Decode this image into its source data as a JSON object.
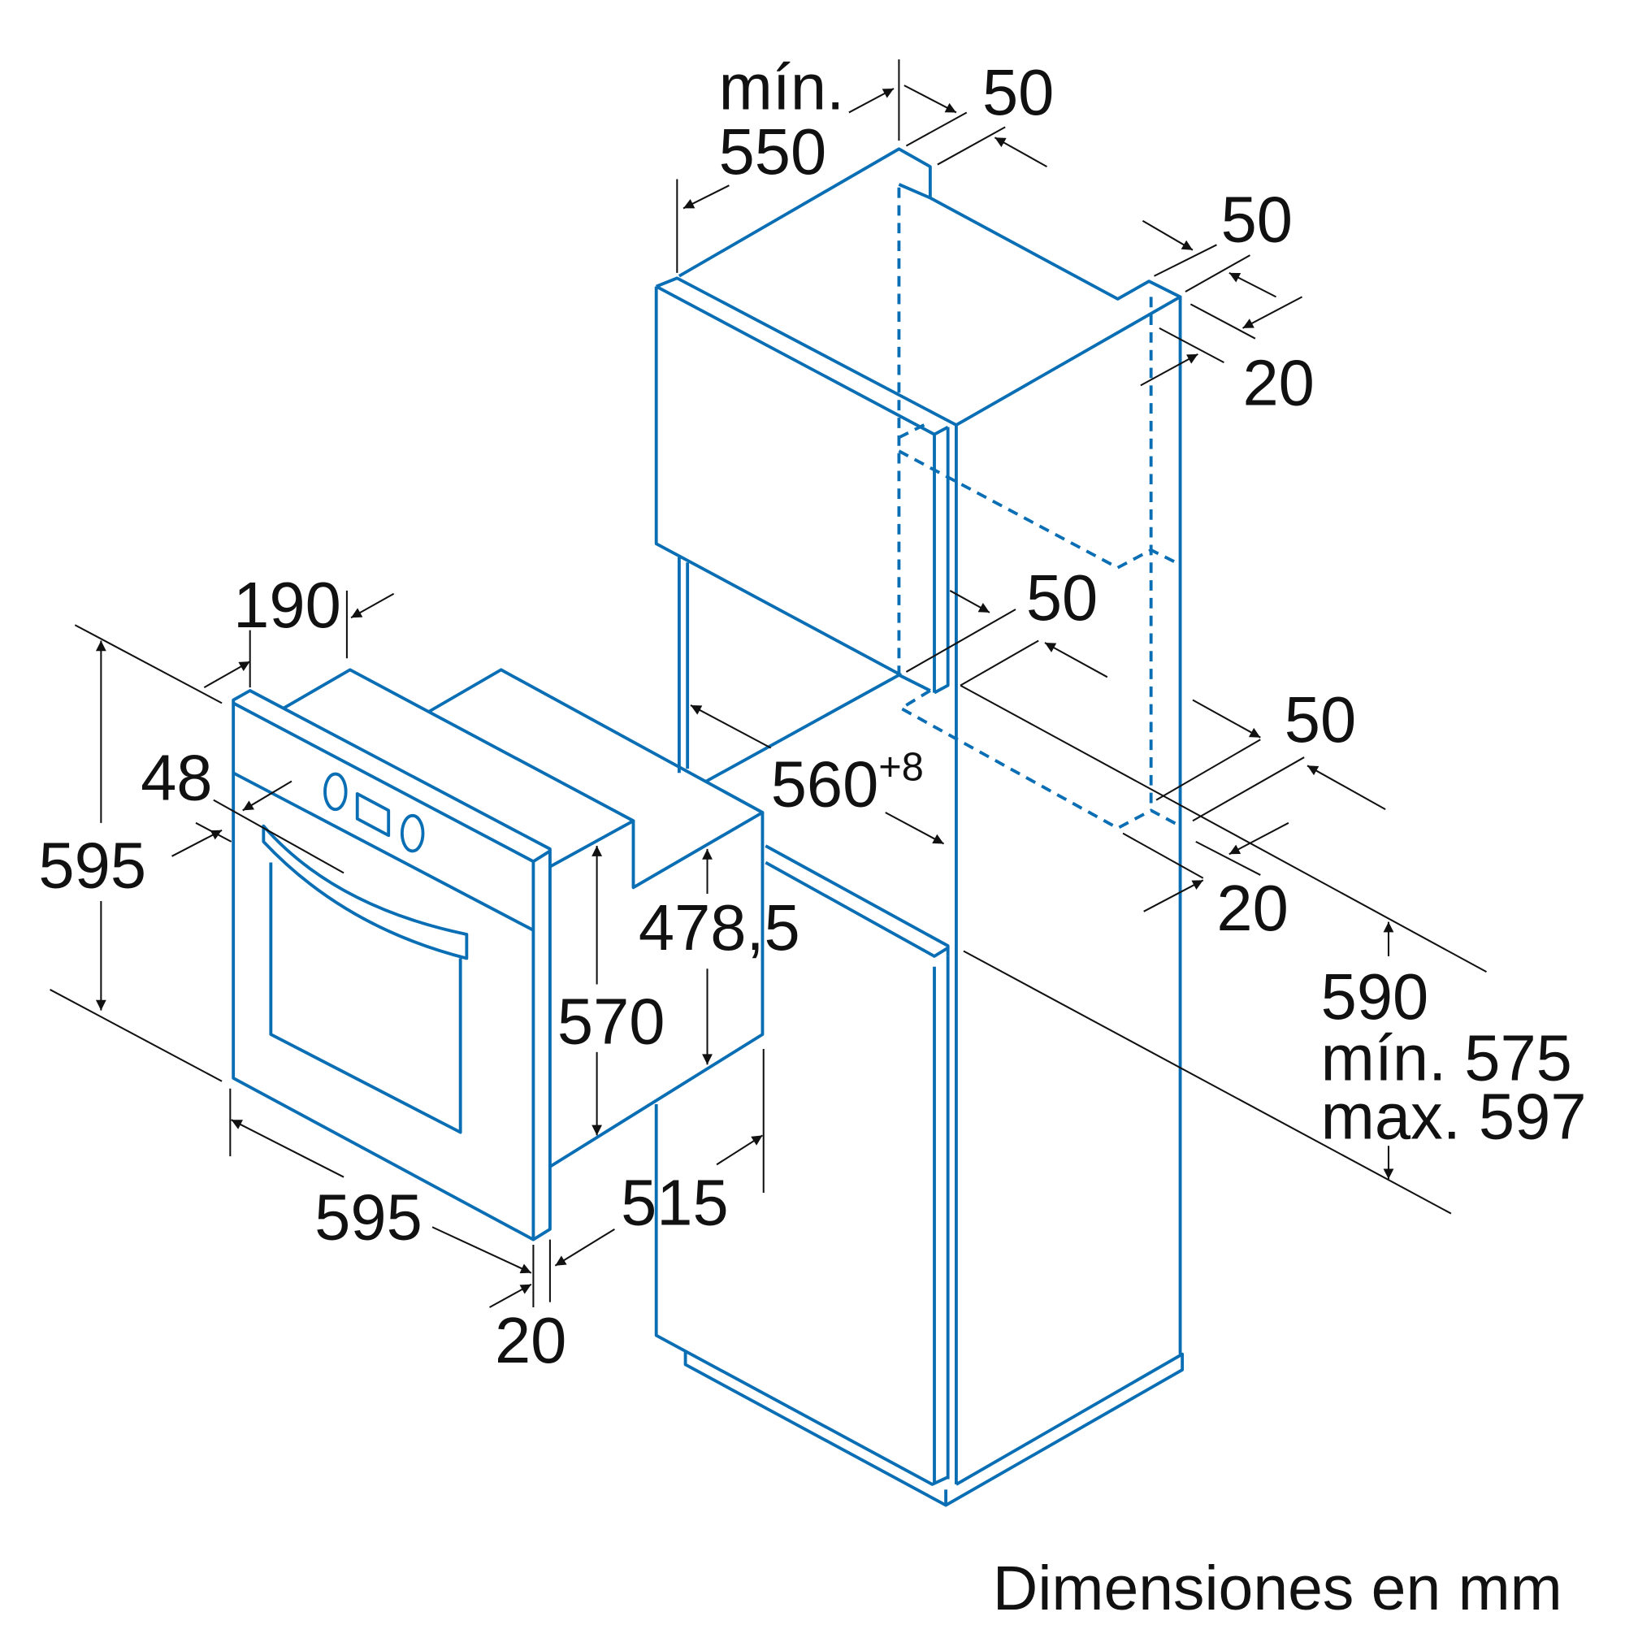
{
  "colors": {
    "outline": "#0a6eb4",
    "dimension": "#111111"
  },
  "dimensions": {
    "cabinet_depth_min_label": "mín.",
    "cabinet_depth_min_value": "550",
    "top_vent_depth": "50",
    "top_right_vent": "50",
    "top_right_offset": "20",
    "oven_top_depth": "190",
    "oven_panel_offset": "48",
    "oven_height": "595",
    "middle_vent": "50",
    "lower_right_vent": "50",
    "niche_width": "560",
    "niche_width_tolerance": "+8",
    "oven_body_height": "478,5",
    "oven_inner_height": "570",
    "lower_right_offset": "20",
    "niche_height": "590",
    "niche_height_min": "mín. 575",
    "niche_height_max": "max. 597",
    "oven_width": "595",
    "oven_depth": "515",
    "front_panel_thickness": "20"
  },
  "caption": "Dimensiones en mm"
}
